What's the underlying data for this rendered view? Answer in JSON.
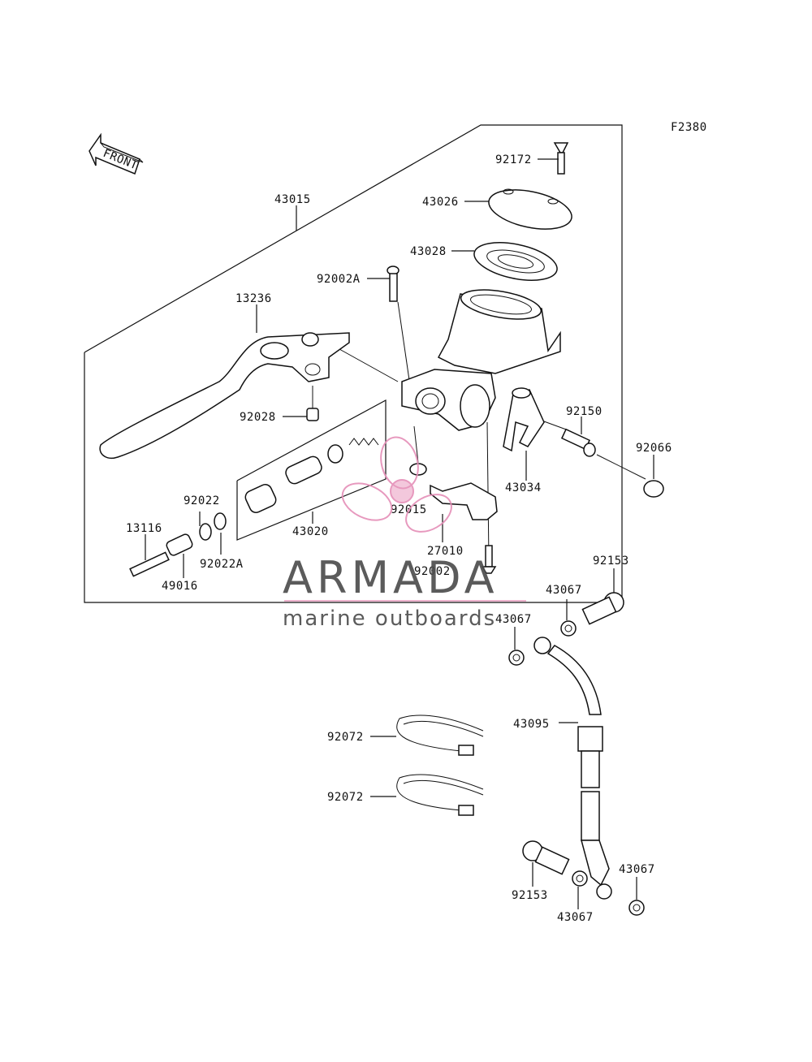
{
  "figure_code": "F2380",
  "front_arrow_label": "FRONT",
  "watermark": {
    "title": "ARMADA",
    "subtitle": "marine outboards",
    "accent": "#e58fb8",
    "text_color": "#4a4a4a"
  },
  "parts": {
    "p43015": "43015",
    "p92172": "92172",
    "p43026": "43026",
    "p43028": "43028",
    "p92002A": "92002A",
    "p13236": "13236",
    "p92150": "92150",
    "p92066": "92066",
    "p92028": "92028",
    "p43034": "43034",
    "p92022": "92022",
    "p13116": "13116",
    "p92015": "92015",
    "p43020": "43020",
    "p27010": "27010",
    "p92022A": "92022A",
    "p49016": "49016",
    "p92002": "92002",
    "p92153_top": "92153",
    "p43067_a": "43067",
    "p43067_b": "43067",
    "p43095": "43095",
    "p92072_a": "92072",
    "p92072_b": "92072",
    "p43067_c": "43067",
    "p92153_bottom": "92153",
    "p43067_d": "43067"
  }
}
